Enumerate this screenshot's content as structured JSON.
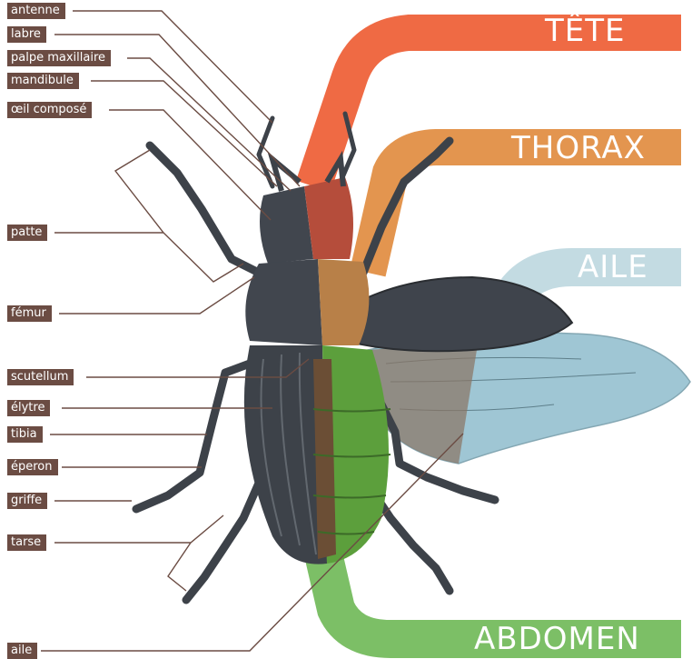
{
  "labels": {
    "antenne": "antenne",
    "labre": "labre",
    "palpe": "palpe maxillaire",
    "mandibule": "mandibule",
    "oeil": "œil composé",
    "patte": "patte",
    "femur": "fémur",
    "scutellum": "scutellum",
    "elytre": "élytre",
    "tibia": "tibia",
    "eperon": "éperon",
    "griffe": "griffe",
    "tarse": "tarse",
    "aile": "aile"
  },
  "regions": {
    "tete": "TÊTE",
    "thorax": "THORAX",
    "aile": "AILE",
    "abdomen": "ABDOMEN"
  },
  "colors": {
    "tete": "#ef6a44",
    "thorax": "#e08b44",
    "aile": "#b4d3dc",
    "abdomen": "#6fb35a",
    "label_bg": "#6b4c43",
    "leader": "#6b4c43",
    "body_dark": "#3d4249"
  }
}
